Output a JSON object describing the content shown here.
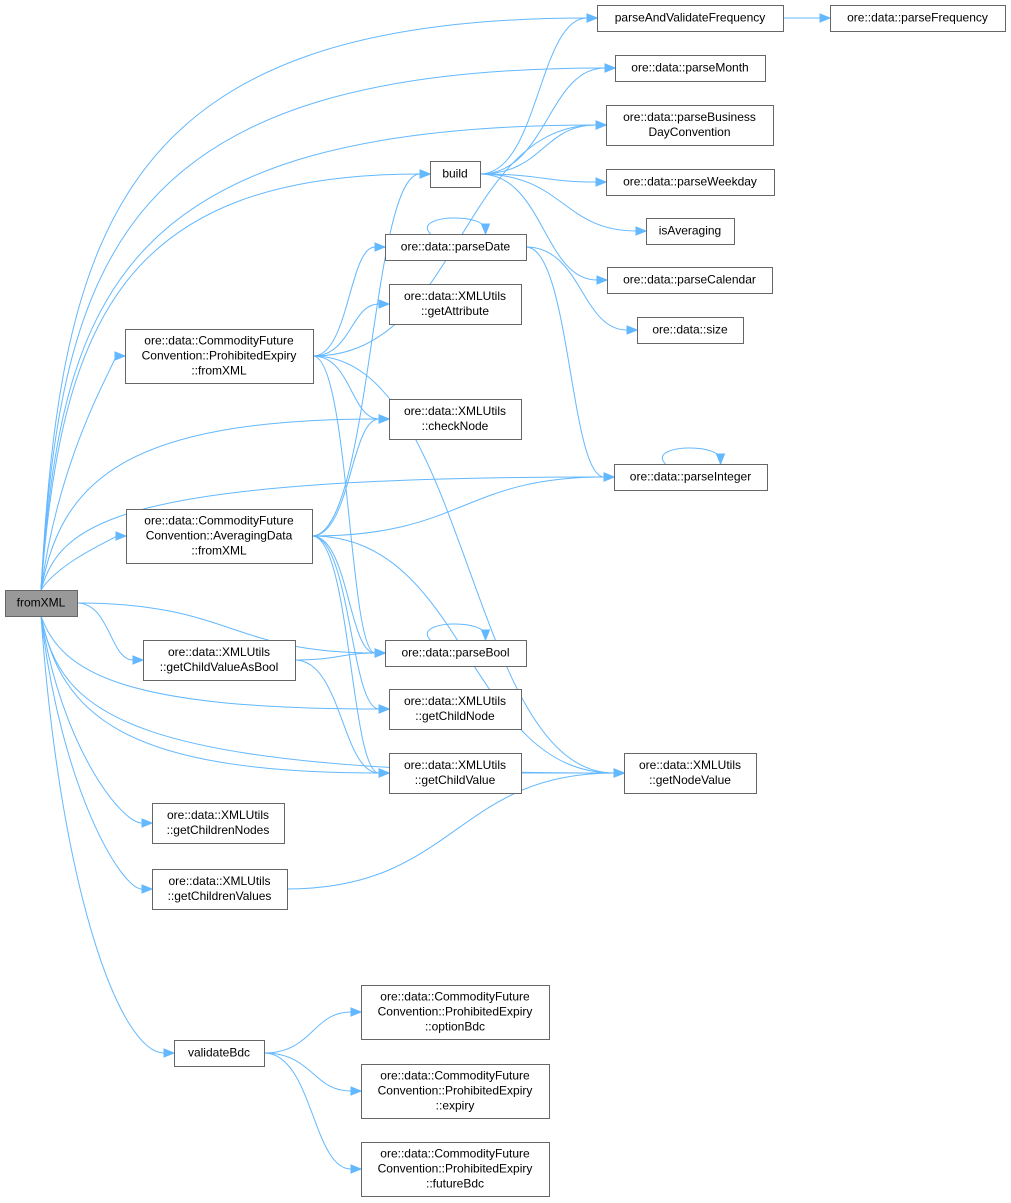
{
  "graph": {
    "type": "call-graph",
    "edge_color": "#63b8ff",
    "root_fill": "#999999",
    "nodes": [
      {
        "id": "fromXML",
        "lines": [
          "fromXML"
        ],
        "root": true
      },
      {
        "id": "pavf",
        "lines": [
          "parseAndValidateFrequency"
        ]
      },
      {
        "id": "pfreq",
        "lines": [
          "ore::data::parseFrequency"
        ]
      },
      {
        "id": "pmonth",
        "lines": [
          "ore::data::parseMonth"
        ]
      },
      {
        "id": "pbdc",
        "lines": [
          "ore::data::parseBusiness",
          "DayConvention"
        ]
      },
      {
        "id": "pweekday",
        "lines": [
          "ore::data::parseWeekday"
        ]
      },
      {
        "id": "isavg",
        "lines": [
          "isAveraging"
        ]
      },
      {
        "id": "pcal",
        "lines": [
          "ore::data::parseCalendar"
        ]
      },
      {
        "id": "size",
        "lines": [
          "ore::data::size"
        ]
      },
      {
        "id": "build",
        "lines": [
          "build"
        ]
      },
      {
        "id": "pdate",
        "lines": [
          "ore::data::parseDate"
        ]
      },
      {
        "id": "getattr",
        "lines": [
          "ore::data::XMLUtils",
          "::getAttribute"
        ]
      },
      {
        "id": "pefromxml",
        "lines": [
          "ore::data::CommodityFuture",
          "Convention::ProhibitedExpiry",
          "::fromXML"
        ]
      },
      {
        "id": "checknode",
        "lines": [
          "ore::data::XMLUtils",
          "::checkNode"
        ]
      },
      {
        "id": "pint",
        "lines": [
          "ore::data::parseInteger"
        ]
      },
      {
        "id": "adfromxml",
        "lines": [
          "ore::data::CommodityFuture",
          "Convention::AveragingData",
          "::fromXML"
        ]
      },
      {
        "id": "pbool",
        "lines": [
          "ore::data::parseBool"
        ]
      },
      {
        "id": "gcvab",
        "lines": [
          "ore::data::XMLUtils",
          "::getChildValueAsBool"
        ]
      },
      {
        "id": "gcnode",
        "lines": [
          "ore::data::XMLUtils",
          "::getChildNode"
        ]
      },
      {
        "id": "gcvalue",
        "lines": [
          "ore::data::XMLUtils",
          "::getChildValue"
        ]
      },
      {
        "id": "gnvalue",
        "lines": [
          "ore::data::XMLUtils",
          "::getNodeValue"
        ]
      },
      {
        "id": "gcnodes",
        "lines": [
          "ore::data::XMLUtils",
          "::getChildrenNodes"
        ]
      },
      {
        "id": "gcvalues",
        "lines": [
          "ore::data::XMLUtils",
          "::getChildrenValues"
        ]
      },
      {
        "id": "vbdc",
        "lines": [
          "validateBdc"
        ]
      },
      {
        "id": "optbdc",
        "lines": [
          "ore::data::CommodityFuture",
          "Convention::ProhibitedExpiry",
          "::optionBdc"
        ]
      },
      {
        "id": "expiry",
        "lines": [
          "ore::data::CommodityFuture",
          "Convention::ProhibitedExpiry",
          "::expiry"
        ]
      },
      {
        "id": "futbdc",
        "lines": [
          "ore::data::CommodityFuture",
          "Convention::ProhibitedExpiry",
          "::futureBdc"
        ]
      }
    ],
    "edges": [
      [
        "fromXML",
        "pavf"
      ],
      [
        "fromXML",
        "pmonth"
      ],
      [
        "fromXML",
        "pbdc"
      ],
      [
        "fromXML",
        "build"
      ],
      [
        "fromXML",
        "pefromxml"
      ],
      [
        "fromXML",
        "checknode"
      ],
      [
        "fromXML",
        "pint"
      ],
      [
        "fromXML",
        "adfromxml"
      ],
      [
        "fromXML",
        "pbool"
      ],
      [
        "fromXML",
        "gcvab"
      ],
      [
        "fromXML",
        "gcnode"
      ],
      [
        "fromXML",
        "gcvalue"
      ],
      [
        "fromXML",
        "gcnodes"
      ],
      [
        "fromXML",
        "gcvalues"
      ],
      [
        "fromXML",
        "gnvalue"
      ],
      [
        "fromXML",
        "vbdc"
      ],
      [
        "build",
        "pavf"
      ],
      [
        "build",
        "pmonth"
      ],
      [
        "build",
        "pbdc"
      ],
      [
        "build",
        "pweekday"
      ],
      [
        "build",
        "isavg"
      ],
      [
        "build",
        "pcal"
      ],
      [
        "pavf",
        "pfreq"
      ],
      [
        "pdate",
        "pdate"
      ],
      [
        "pdate",
        "size"
      ],
      [
        "pdate",
        "pint"
      ],
      [
        "pefromxml",
        "pbdc"
      ],
      [
        "pefromxml",
        "pdate"
      ],
      [
        "pefromxml",
        "getattr"
      ],
      [
        "pefromxml",
        "checknode"
      ],
      [
        "pefromxml",
        "pbool"
      ],
      [
        "pefromxml",
        "gnvalue"
      ],
      [
        "adfromxml",
        "build"
      ],
      [
        "adfromxml",
        "checknode"
      ],
      [
        "adfromxml",
        "pint"
      ],
      [
        "adfromxml",
        "pbool"
      ],
      [
        "adfromxml",
        "gcnode"
      ],
      [
        "adfromxml",
        "gcvalue"
      ],
      [
        "adfromxml",
        "gnvalue"
      ],
      [
        "pint",
        "pint"
      ],
      [
        "pbool",
        "pbool"
      ],
      [
        "gcvab",
        "pbool"
      ],
      [
        "gcvab",
        "gcvalue"
      ],
      [
        "gcvalue",
        "gnvalue"
      ],
      [
        "gcvalues",
        "gnvalue"
      ],
      [
        "vbdc",
        "optbdc"
      ],
      [
        "vbdc",
        "expiry"
      ],
      [
        "vbdc",
        "futbdc"
      ]
    ]
  }
}
